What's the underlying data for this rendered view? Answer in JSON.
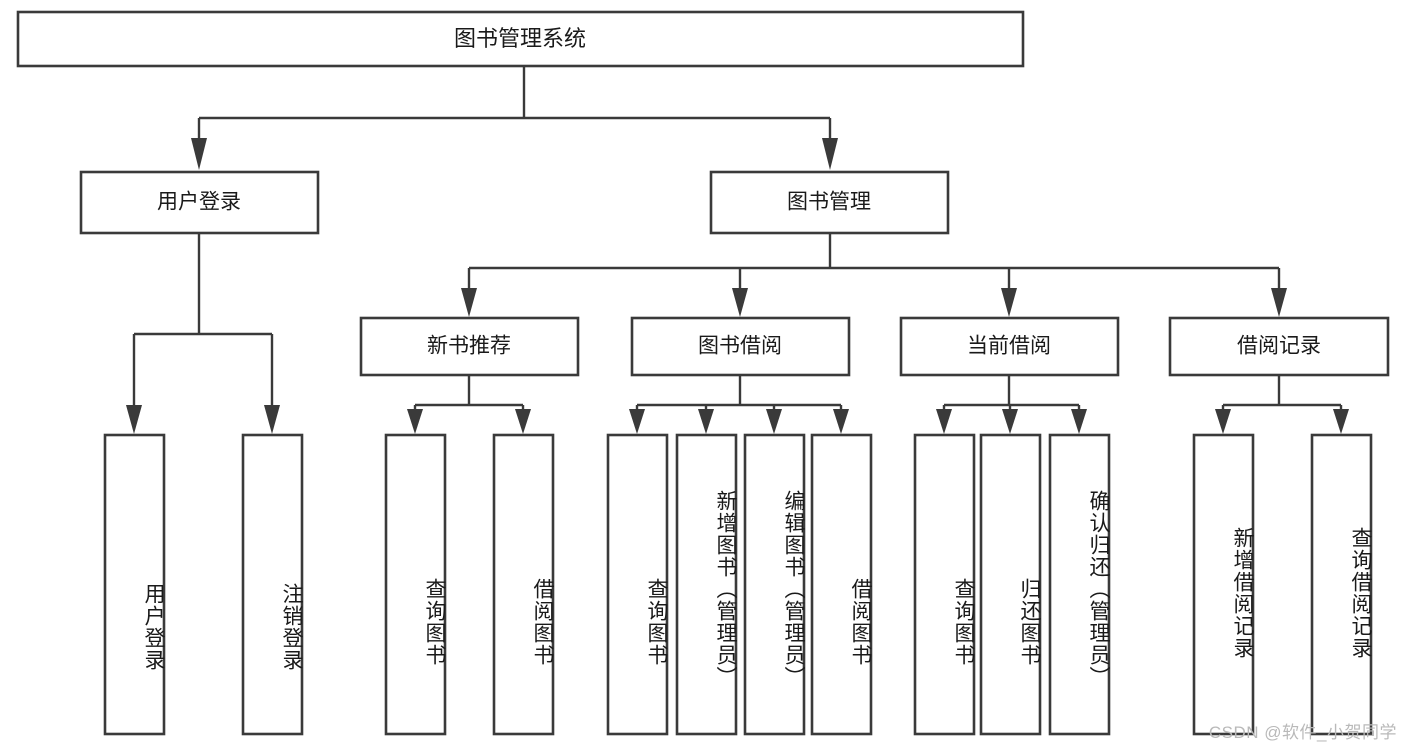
{
  "diagram": {
    "type": "tree-hierarchy",
    "title": "图书管理系统",
    "root": {
      "id": "root",
      "label": "图书管理系统",
      "orientation": "horizontal"
    },
    "level2": [
      {
        "id": "user-login",
        "label": "用户登录",
        "orientation": "horizontal"
      },
      {
        "id": "book-management",
        "label": "图书管理",
        "orientation": "horizontal"
      }
    ],
    "level3": [
      {
        "id": "new-book-recommend",
        "label": "新书推荐",
        "orientation": "horizontal",
        "parent": "book-management"
      },
      {
        "id": "book-borrow",
        "label": "图书借阅",
        "orientation": "horizontal",
        "parent": "book-management"
      },
      {
        "id": "current-borrow",
        "label": "当前借阅",
        "orientation": "horizontal",
        "parent": "book-management"
      },
      {
        "id": "borrow-record",
        "label": "借阅记录",
        "orientation": "horizontal",
        "parent": "book-management"
      }
    ],
    "leaves": [
      {
        "id": "leaf-user-login",
        "label": "用户登录",
        "orientation": "vertical",
        "parent": "user-login"
      },
      {
        "id": "leaf-logout-login",
        "label": "注销登录",
        "orientation": "vertical",
        "parent": "user-login"
      },
      {
        "id": "leaf-query-book-rec",
        "label": "查询图书",
        "orientation": "vertical",
        "parent": "new-book-recommend"
      },
      {
        "id": "leaf-borrow-book-rec",
        "label": "借阅图书",
        "orientation": "vertical",
        "parent": "new-book-recommend"
      },
      {
        "id": "leaf-query-book-bb",
        "label": "查询图书",
        "orientation": "vertical",
        "parent": "book-borrow"
      },
      {
        "id": "leaf-add-book-admin",
        "label": "新增图书（管理员）",
        "orientation": "vertical",
        "parent": "book-borrow"
      },
      {
        "id": "leaf-edit-book-admin",
        "label": "编辑图书（管理员）",
        "orientation": "vertical",
        "parent": "book-borrow"
      },
      {
        "id": "leaf-borrow-book-bb",
        "label": "借阅图书",
        "orientation": "vertical",
        "parent": "book-borrow"
      },
      {
        "id": "leaf-query-book-cb",
        "label": "查询图书",
        "orientation": "vertical",
        "parent": "current-borrow"
      },
      {
        "id": "leaf-return-book",
        "label": "归还图书",
        "orientation": "vertical",
        "parent": "current-borrow"
      },
      {
        "id": "leaf-confirm-return-admin",
        "label": "确认归还（管理员）",
        "orientation": "vertical",
        "parent": "current-borrow"
      },
      {
        "id": "leaf-add-borrow-record",
        "label": "新增借阅记录",
        "orientation": "vertical",
        "parent": "borrow-record"
      },
      {
        "id": "leaf-query-borrow-record",
        "label": "查询借阅记录",
        "orientation": "vertical",
        "parent": "borrow-record"
      }
    ],
    "colors": {
      "stroke": "#3a3a3a",
      "fill": "#ffffff",
      "text": "#1a1a1a",
      "watermark": "#b9b9b9"
    }
  },
  "watermark": {
    "text": "CSDN @软件_小贺同学"
  }
}
